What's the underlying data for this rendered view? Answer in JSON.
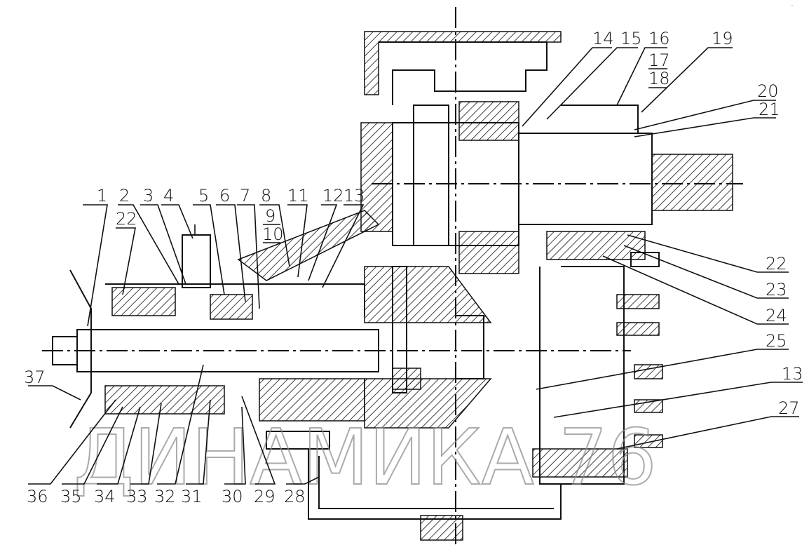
{
  "drawing": {
    "corner_mark": "..",
    "watermark": "ДИНАМИКА 76",
    "labels": {
      "p1": "1",
      "p2": "2",
      "p3": "3",
      "p4": "4",
      "p5": "5",
      "p6": "6",
      "p7": "7",
      "p8": "8",
      "p9": "9",
      "p10": "10",
      "p11": "11",
      "p12": "12",
      "p13_top": "13",
      "p22_left": "22",
      "p14": "14",
      "p15": "15",
      "p16": "16",
      "p17": "17",
      "p18": "18",
      "p19": "19",
      "p20": "20",
      "p21": "21",
      "p22_right": "22",
      "p23": "23",
      "p24": "24",
      "p25": "25",
      "p13_right": "13",
      "p27": "27",
      "p28": "28",
      "p29": "29",
      "p30": "30",
      "p31": "31",
      "p32": "32",
      "p33": "33",
      "p34": "34",
      "p35": "35",
      "p36": "36",
      "p37": "37"
    }
  }
}
